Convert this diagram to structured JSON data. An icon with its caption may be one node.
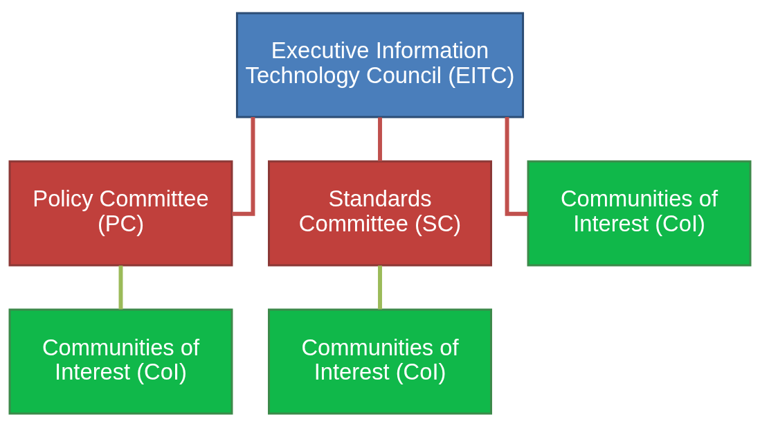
{
  "diagram": {
    "nodes": [
      {
        "text": [
          "Executive Information Technology Council (EITC)"
        ]
      },
      {
        "text": [
          "Policy Committee (PC)"
        ]
      },
      {
        "text": [
          "Standards Committee (SC)"
        ]
      },
      {
        "text": [
          "Communities of Interest (CoI)"
        ]
      },
      {
        "text": [
          "Communities of Interest (CoI)"
        ]
      },
      {
        "text": [
          "Communities of Interest (CoI)"
        ]
      }
    ],
    "edges": [
      {
        "from": 0,
        "to": 1,
        "arrow": "none"
      },
      {
        "from": 0,
        "to": 2,
        "arrow": "none"
      },
      {
        "from": 0,
        "to": 3,
        "arrow": "none"
      },
      {
        "from": 1,
        "to": 4,
        "arrow": "none",
        "color": "#9bbb59"
      },
      {
        "from": 2,
        "to": 5,
        "arrow": "none",
        "color": "#9bbb59"
      }
    ]
  }
}
